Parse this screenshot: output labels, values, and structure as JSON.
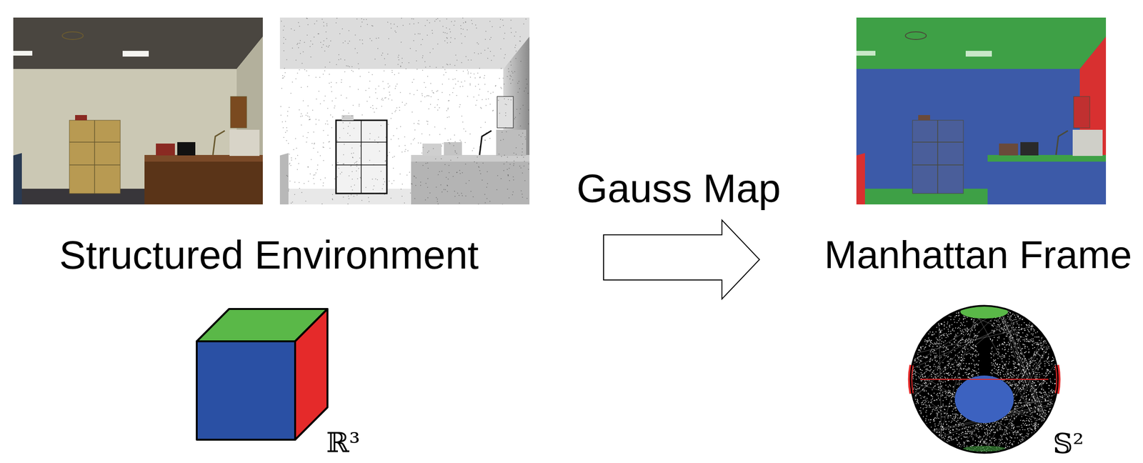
{
  "diagram": {
    "labels": [
      "Structured Environment",
      "Gauss Map",
      "Manhattan Frame",
      "ℝ³",
      "𝕊²"
    ]
  }
}
